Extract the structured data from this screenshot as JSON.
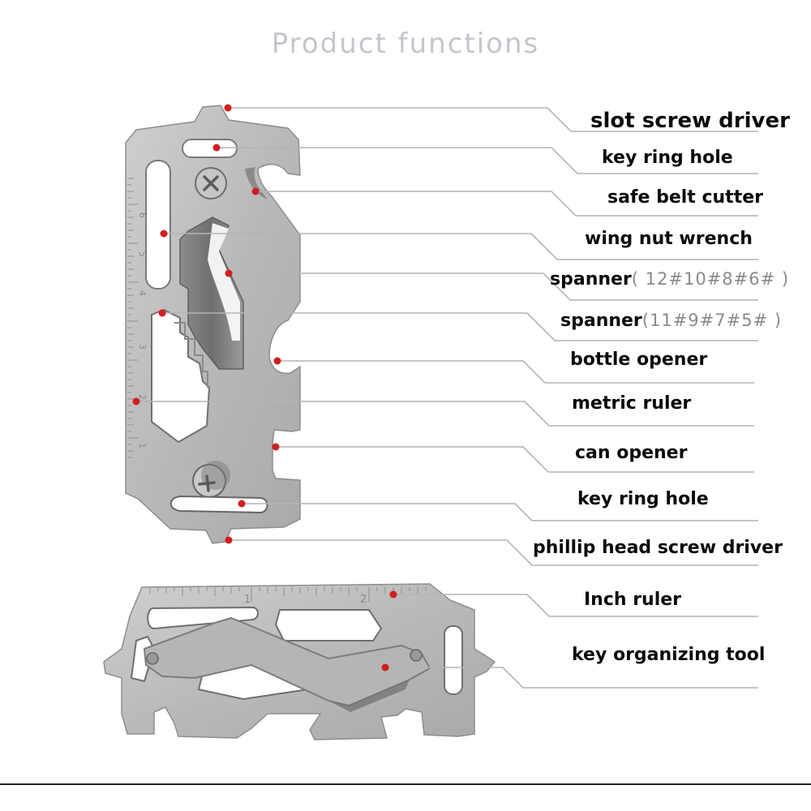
{
  "title": "Product functions",
  "colors": {
    "title": "#c3c6cc",
    "label_text": "#0b0b0b",
    "spec_text": "#8a8a8a",
    "leader_line": "#b4b4b4",
    "marker_dot": "#d01f1f",
    "steel": "#bdbdbd"
  },
  "callouts": [
    {
      "name": "slot-screw-driver",
      "label": "slot screw driver",
      "spec": ""
    },
    {
      "name": "key-ring-hole-top",
      "label": "key ring hole",
      "spec": ""
    },
    {
      "name": "safe-belt-cutter",
      "label": "safe belt cutter",
      "spec": ""
    },
    {
      "name": "wing-nut-wrench",
      "label": "wing nut wrench",
      "spec": ""
    },
    {
      "name": "spanner-even",
      "label": "spanner",
      "spec": "( 12#10#8#6# )"
    },
    {
      "name": "spanner-odd",
      "label": "spanner",
      "spec": "(11#9#7#5# )"
    },
    {
      "name": "bottle-opener",
      "label": "bottle opener",
      "spec": ""
    },
    {
      "name": "metric-ruler",
      "label": "metric ruler",
      "spec": ""
    },
    {
      "name": "can-opener",
      "label": "can opener",
      "spec": ""
    },
    {
      "name": "key-ring-hole-bottom",
      "label": "key ring hole",
      "spec": ""
    },
    {
      "name": "phillip-head-screw-driver",
      "label": "phillip head screw driver",
      "spec": ""
    },
    {
      "name": "inch-ruler",
      "label": "Inch ruler",
      "spec": ""
    },
    {
      "name": "key-organizing-tool",
      "label": "key organizing tool",
      "spec": ""
    }
  ],
  "metric_ruler_marks": [
    "6",
    "5",
    "4",
    "3",
    "2",
    "1"
  ],
  "inch_ruler_marks": [
    "1",
    "2"
  ]
}
